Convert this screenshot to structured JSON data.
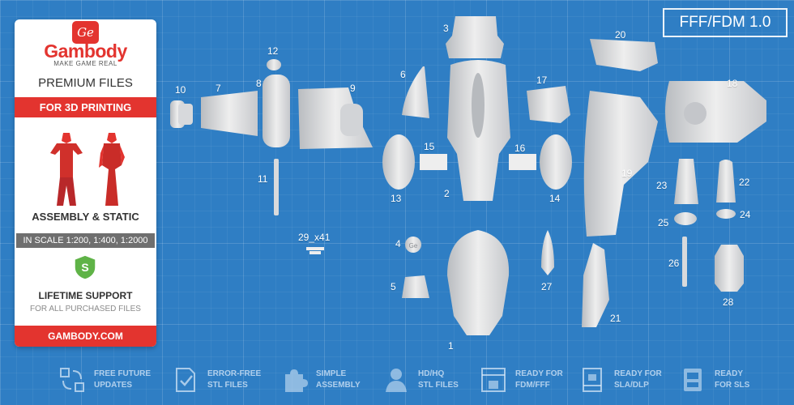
{
  "panel": {
    "logo_badge": "Ge",
    "brand": "Gambody",
    "tagline": "MAKE GAME REAL",
    "premium": "PREMIUM FILES",
    "for_printing": "FOR 3D PRINTING",
    "assembly": "ASSEMBLY & STATIC",
    "scale": "IN SCALE 1:200, 1:400, 1:2000",
    "shield_letter": "S",
    "lifetime": "LIFETIME SUPPORT",
    "purchased": "FOR ALL PURCHASED FILES",
    "site": "GAMBODY.COM"
  },
  "badge": "FFF/FDM 1.0",
  "part_labels": [
    "1",
    "2",
    "3",
    "4",
    "5",
    "6",
    "7",
    "8",
    "9",
    "10",
    "11",
    "12",
    "13",
    "14",
    "15",
    "16",
    "17",
    "18",
    "19",
    "20",
    "21",
    "22",
    "23",
    "24",
    "25",
    "26",
    "27",
    "28",
    "29_x41"
  ],
  "part4_mark": "Ge",
  "features": [
    {
      "l1": "FREE FUTURE",
      "l2": "UPDATES",
      "icon": "refresh-icon"
    },
    {
      "l1": "ERROR-FREE",
      "l2": "STL FILES",
      "icon": "file-check-icon"
    },
    {
      "l1": "SIMPLE",
      "l2": "ASSEMBLY",
      "icon": "puzzle-icon"
    },
    {
      "l1": "HD/HQ",
      "l2": "STL FILES",
      "icon": "bust-icon"
    },
    {
      "l1": "READY FOR",
      "l2": "FDM/FFF",
      "icon": "fdm-printer-icon"
    },
    {
      "l1": "READY FOR",
      "l2": "SLA/DLP",
      "icon": "sla-printer-icon"
    },
    {
      "l1": "READY",
      "l2": "FOR SLS",
      "icon": "sls-printer-icon"
    }
  ],
  "colors": {
    "accent": "#e3342f",
    "background": "#2f7ec4",
    "part": "#e4e4e4"
  }
}
